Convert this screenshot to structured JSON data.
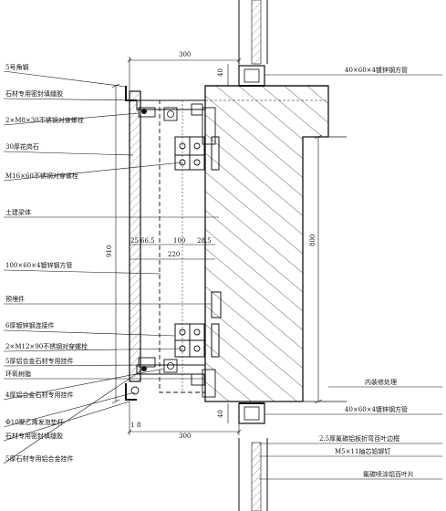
{
  "left_labels": [
    "5号角钢",
    "石材专用密封填缝胶",
    "2×M8×30不锈钢对穿螺栓",
    "30厚花岗石",
    "M16×60不锈钢对穿螺栓",
    "土建梁体",
    "100×60×4镀锌钢方管",
    "预埋件",
    "6厚镀锌钢连接件",
    "2×M12×90不锈钢对穿螺栓",
    "5厚铝合金石材专用挂件",
    "环氧树脂",
    "4厚铝合金石材专用挂件",
    "Φ10聚乙烯发泡垫杆",
    "石材专用密封填缝胶",
    "5厚石材专用铝合金挂件"
  ],
  "right_labels": [
    "40×60×4镀锌钢方管",
    "内装修处理",
    "40×60×4镀锌钢方管",
    "2.5厚氟碳铝板折弯百叶边框",
    "M5×11抽芯铅铆钉",
    "氟碳喷涂铝百叶片"
  ],
  "dimensions": {
    "top_width": "300",
    "bottom_width": "300",
    "top_40": "40",
    "bottom_40": "40",
    "height_910": "910",
    "height_800": "800",
    "d_25": "25",
    "d_66_5": "66.5",
    "d_100": "100",
    "d_28_5": "28.5",
    "d_220": "220",
    "d_1": "1",
    "d_8": "8"
  }
}
